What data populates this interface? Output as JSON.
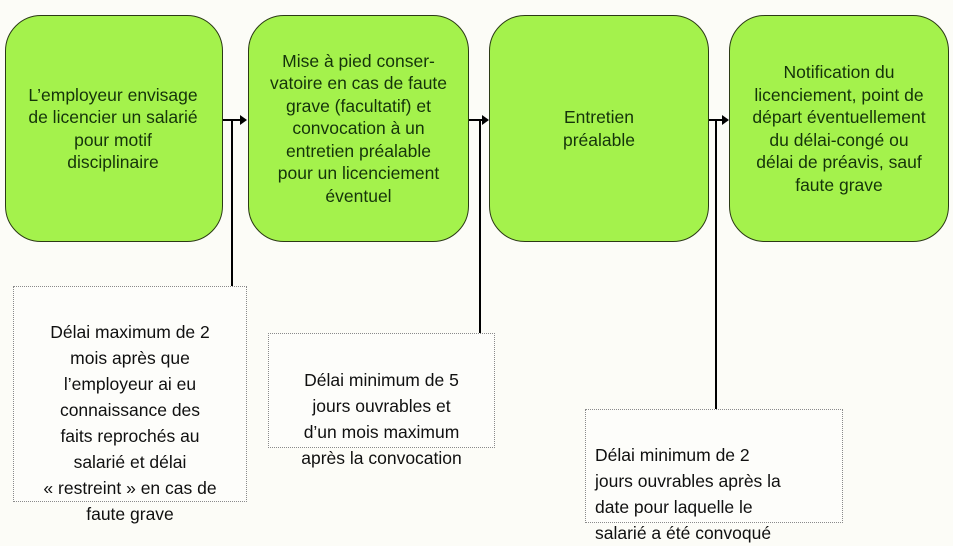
{
  "colors": {
    "step_fill": "#a4f24c",
    "step_border": "#2b3a15",
    "step_text": "#15340a",
    "note_text": "#101010",
    "background": "#fcfcf7"
  },
  "steps": [
    {
      "label": "L’employeur envisage\nde licencier un salarié\npour motif\ndisciplinaire"
    },
    {
      "label": "Mise à pied conser-\nvatoire en cas de faute\ngrave (facultatif) et\nconvocation à un\nentretien préalable\npour un licenciement\néventuel"
    },
    {
      "label": "Entretien\npréalable"
    },
    {
      "label": "Notification du\nlicenciement, point de\ndépart éventuellement\ndu délai-congé ou\ndélai de préavis, sauf\nfaute grave"
    }
  ],
  "notes": [
    {
      "label": "Délai maximum de 2\nmois après que\nl’employeur ai eu\nconnaissance des\nfaits reprochés au\nsalarié et délai\n« restreint » en cas de\nfaute grave"
    },
    {
      "label": "Délai minimum de 5\njours ouvrables et\nd’un mois maximum\naprès la convocation"
    },
    {
      "label": "Délai minimum de 2\njours ouvrables après la\ndate pour laquelle le\nsalarié a été convoqué"
    }
  ],
  "connectors": [
    {
      "icon": "arrow-right-icon"
    },
    {
      "icon": "arrow-right-icon"
    },
    {
      "icon": "arrow-right-icon"
    }
  ]
}
